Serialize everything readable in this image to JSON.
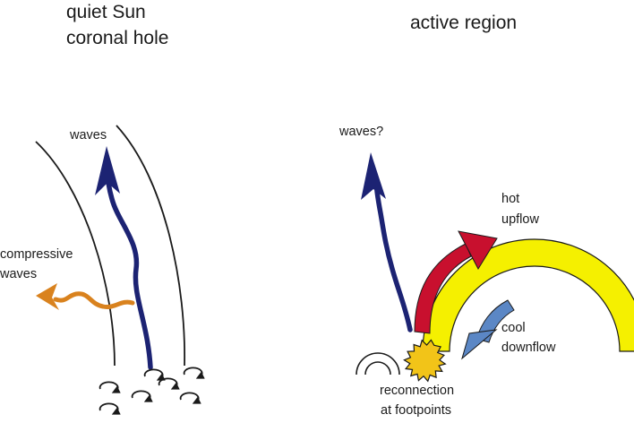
{
  "left_panel": {
    "title_line1": "quiet Sun",
    "title_line2": "coronal hole",
    "waves_label": "waves",
    "compressive_line1": "compressive",
    "compressive_line2": "waves"
  },
  "right_panel": {
    "title": "active region",
    "waves_label": "waves?",
    "hot_line1": "hot",
    "hot_line2": "upflow",
    "cool_line1": "cool",
    "cool_line2": "downflow",
    "reconnection_line1": "reconnection",
    "reconnection_line2": "at footpoints"
  },
  "colors": {
    "wave_arrow": "#1c2373",
    "compressive_arrow": "#d9821e",
    "hot_arrow": "#c8102e",
    "cool_arrow": "#5b87c5",
    "loop_fill": "#f5f000",
    "star_fill": "#f2c418",
    "line": "#1a1a1a"
  }
}
